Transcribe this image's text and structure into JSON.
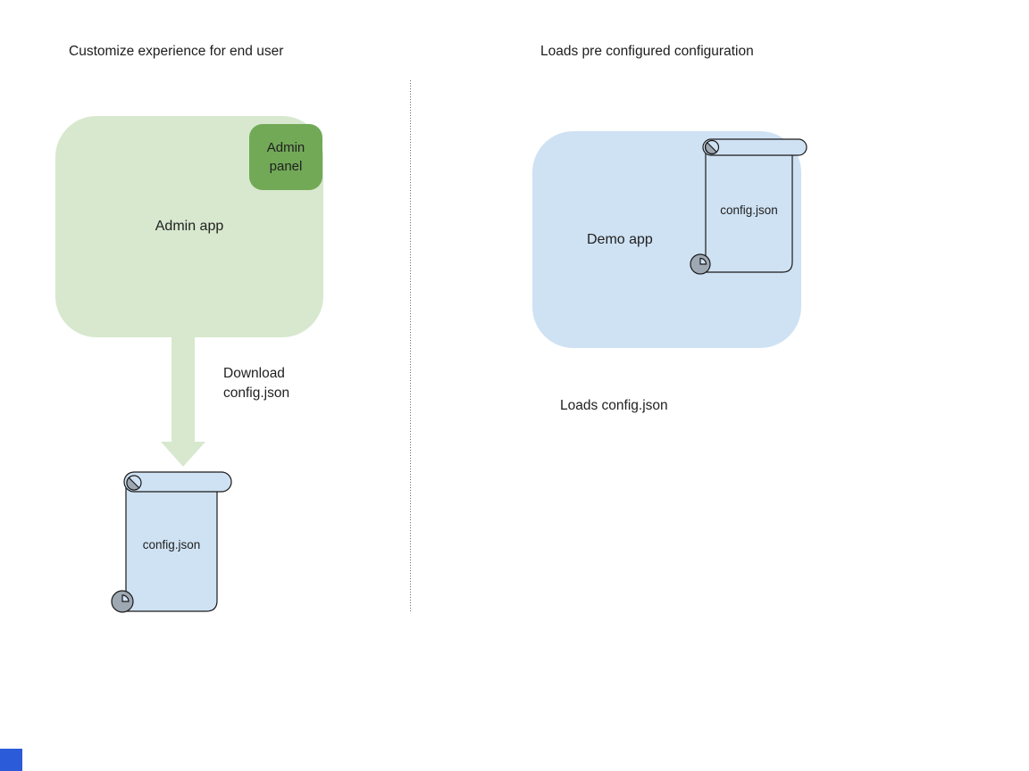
{
  "page": {
    "background": "#ffffff"
  },
  "left": {
    "title": "Customize experience for end user",
    "admin_app_label": "Admin app",
    "admin_panel_label": "Admin panel",
    "download_caption": "Download\nconfig.json",
    "config_file_label": "config.json",
    "colors": {
      "app_fill": "#d7e8ce",
      "panel_fill": "#72a957",
      "arrow_fill": "#d7e8ce"
    }
  },
  "right": {
    "title": "Loads pre configured configuration",
    "demo_app_label": "Demo app",
    "config_file_label": "config.json",
    "caption": "Loads config.json",
    "colors": {
      "app_fill": "#cfe2f3"
    }
  },
  "shapes": {
    "scroll_fill": "#cfe2f3",
    "scroll_stroke": "#1a1a1a",
    "scroll_curl_fill": "#9ea8b2",
    "divider_color": "#6e6e6e",
    "corner_square_fill": "#2b5bd8"
  }
}
